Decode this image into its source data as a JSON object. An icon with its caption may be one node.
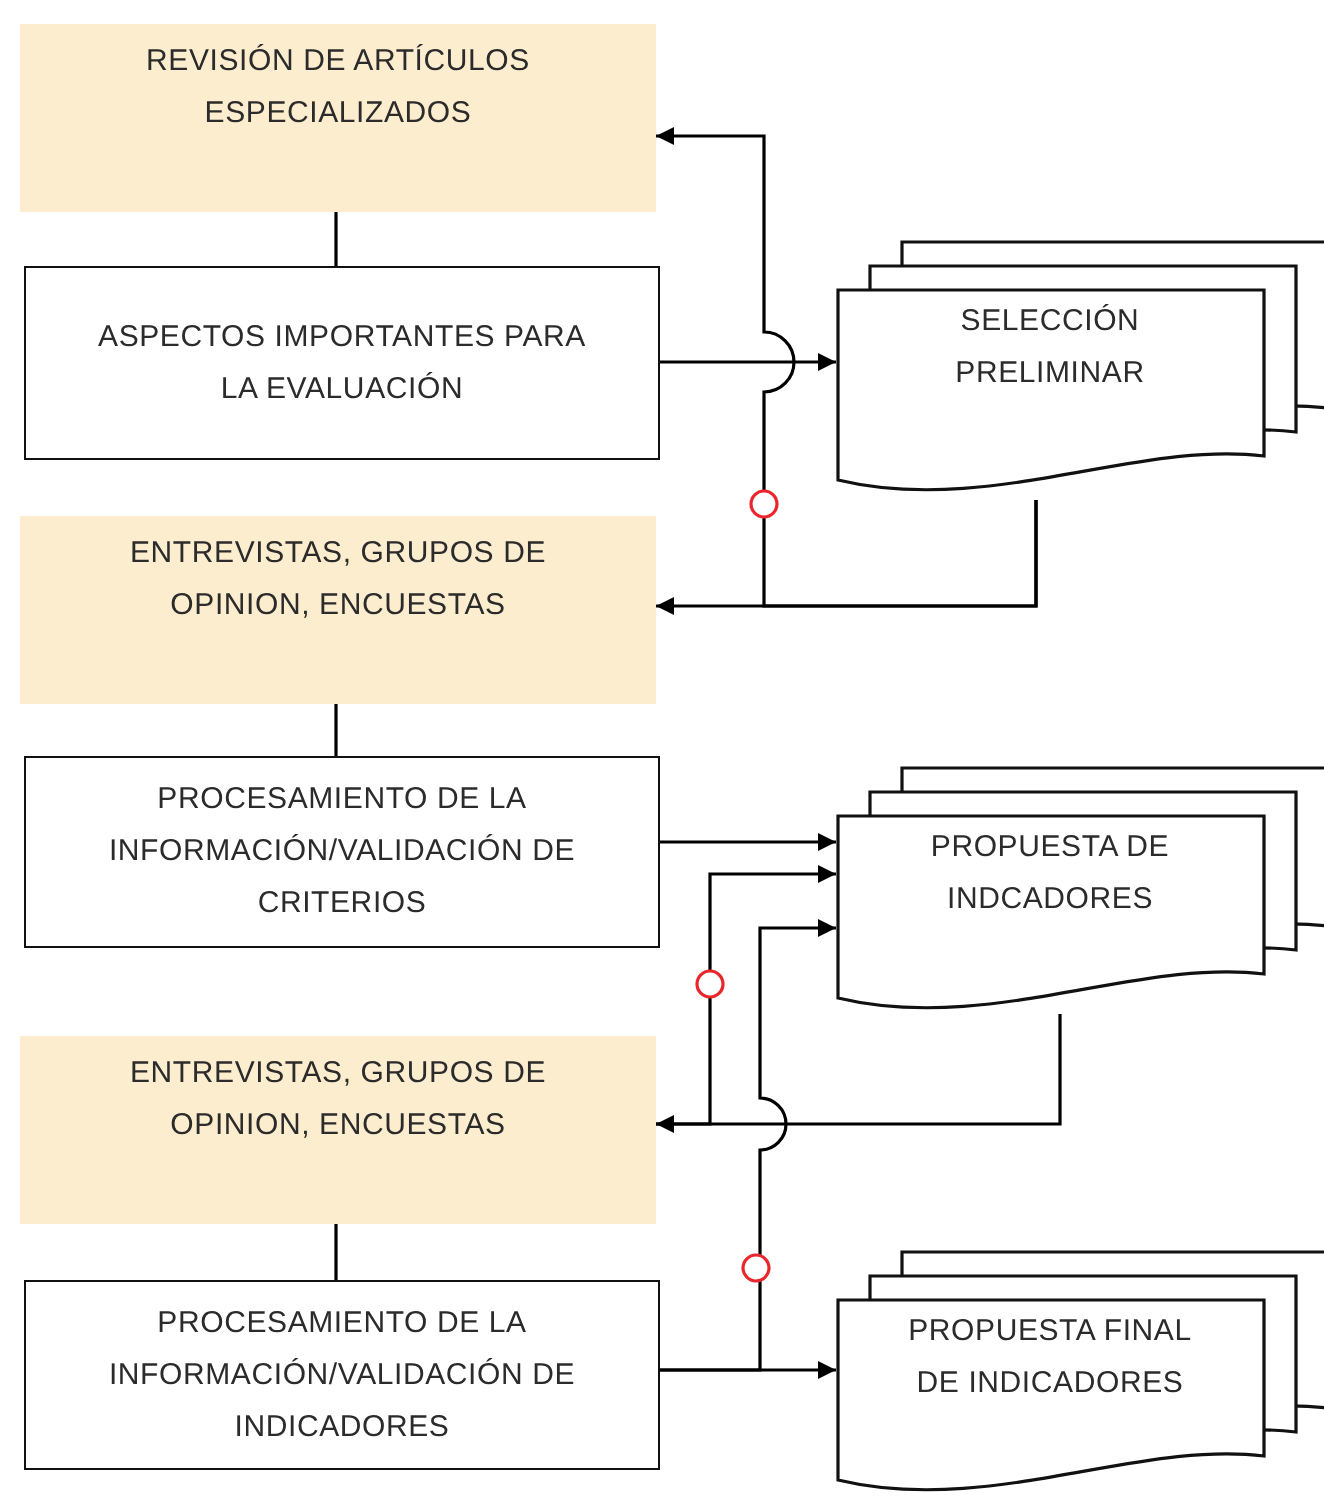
{
  "diagram": {
    "nodes": [
      {
        "text": [
          "REVISIÓN DE ARTÍCULOS ESPECIALIZADOS"
        ]
      },
      {
        "text": [
          "ASPECTOS IMPORTANTES PARA LA EVALUACIÓN"
        ]
      },
      {
        "text": [
          "SELECCIÓN PRELIMINAR"
        ]
      },
      {
        "text": [
          "ENTREVISTAS, GRUPOS DE OPINION, ENCUESTAS"
        ]
      },
      {
        "text": [
          "PROCESAMIENTO DE LA INFORMACIÓN/VALIDACIÓN DE CRITERIOS"
        ]
      },
      {
        "text": [
          "PROPUESTA DE INDCADORES"
        ]
      },
      {
        "text": [
          "ENTREVISTAS, GRUPOS DE OPINION, ENCUESTAS"
        ]
      },
      {
        "text": [
          "PROCESAMIENTO DE LA INFORMACIÓN/VALIDACIÓN DE INDICADORES"
        ]
      },
      {
        "text": [
          "PROPUESTA FINAL DE INDICADORES"
        ]
      }
    ],
    "edges": [
      {
        "from": 0,
        "to": 1,
        "arrow": "none"
      },
      {
        "from": 1,
        "to": 2,
        "arrow": "to"
      },
      {
        "from": 2,
        "to": 3,
        "arrow": "to"
      },
      {
        "from": 2,
        "to": 0,
        "arrow": "to"
      },
      {
        "from": 3,
        "to": 4,
        "arrow": "none"
      },
      {
        "from": 4,
        "to": 5,
        "arrow": "to"
      },
      {
        "from": 5,
        "to": 6,
        "arrow": "to"
      },
      {
        "from": 6,
        "to": 5,
        "arrow": "to"
      },
      {
        "from": 6,
        "to": 7,
        "arrow": "none"
      },
      {
        "from": 7,
        "to": 8,
        "arrow": "to"
      },
      {
        "from": 7,
        "to": 5,
        "arrow": "to"
      }
    ]
  }
}
